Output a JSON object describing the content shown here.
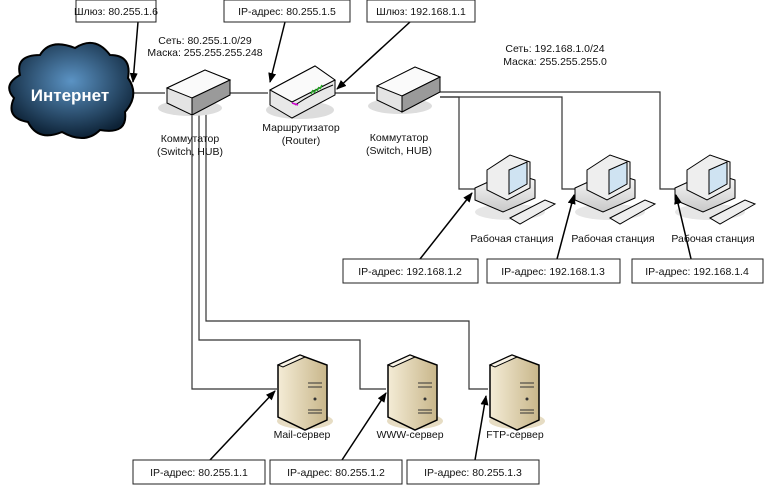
{
  "cloud": {
    "label": "Интернет"
  },
  "top_boxes": [
    {
      "text": "Шлюз: 80.255.1.6"
    },
    {
      "text": "IP-адрес: 80.255.1.5"
    },
    {
      "text": "Шлюз: 192.168.1.1"
    }
  ],
  "wan_network": {
    "net": "Сеть: 80.255.1.0/29",
    "mask": "Маска: 255.255.255.248"
  },
  "lan_network": {
    "net": "Сеть: 192.168.1.0/24",
    "mask": "Маска: 255.255.255.0"
  },
  "devices": {
    "switch1": {
      "line1": "Коммутатор",
      "line2": "(Switch, HUB)"
    },
    "router": {
      "line1": "Маршрутизатор",
      "line2": "(Router)"
    },
    "switch2": {
      "line1": "Коммутатор",
      "line2": "(Switch, HUB)"
    }
  },
  "workstations": [
    {
      "label": "Рабочая станция",
      "ip": "IP-адрес: 192.168.1.2"
    },
    {
      "label": "Рабочая станция",
      "ip": "IP-адрес: 192.168.1.3"
    },
    {
      "label": "Рабочая станция",
      "ip": "IP-адрес: 192.168.1.4"
    }
  ],
  "servers": [
    {
      "label": "Mail-сервер",
      "ip": "IP-адрес: 80.255.1.1"
    },
    {
      "label": "WWW-сервер",
      "ip": "IP-адрес: 80.255.1.2"
    },
    {
      "label": "FTP-сервер",
      "ip": "IP-адрес: 80.255.1.3"
    }
  ],
  "colors": {
    "cloud": "#1f4a6e",
    "server": "#e8dcc0",
    "router_led": "#22aa22"
  }
}
